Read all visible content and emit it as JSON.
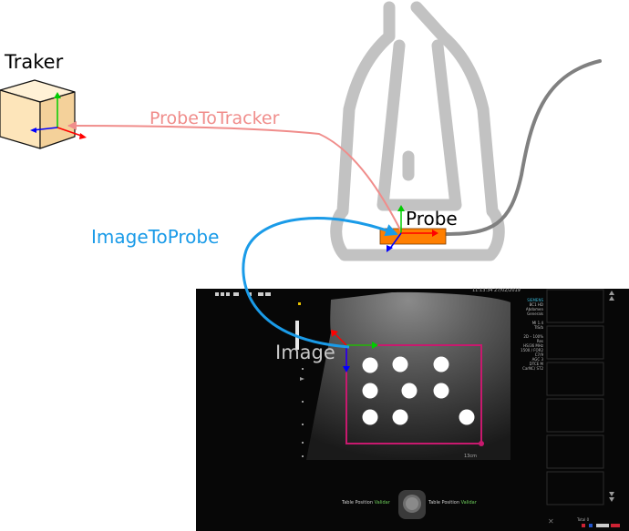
{
  "labels": {
    "tracker": "Traker",
    "probe_to_tracker": "ProbeToTracker",
    "image_to_probe": "ImageToProbe",
    "probe": "Probe",
    "image": "Image"
  },
  "colors": {
    "probe_to_tracker": "#f08d8b",
    "image_to_probe": "#1a9be8",
    "probe_outline": "#c2c2c2",
    "cable": "#808080",
    "probe_sensor": "#ff7f00",
    "tracker_cube": "#fde5ba",
    "roi_box": "#c8196e",
    "axis_x": "#ff0000",
    "axis_y": "#00cc00",
    "axis_z": "#0000ff"
  },
  "ultrasound": {
    "timestamp": "11:13:34 27/02/2019",
    "info_lines": [
      "SIEMENS",
      "BC1 HD",
      "Abdomen",
      "Generals",
      "",
      "MI 1.4",
      "TIS/b",
      "",
      "2D – 100%",
      "Res",
      "HS/36 MHz",
      "1500 / FOR2",
      "C7/9",
      "AGC 3",
      "DTCE M",
      "CarNC/ ST2"
    ],
    "scale": "13cm",
    "status_left": "Table Position",
    "status_left_ok": "Validar",
    "status_right": "Table Position",
    "status_right_ok": "Validar",
    "total": "Total 0"
  }
}
